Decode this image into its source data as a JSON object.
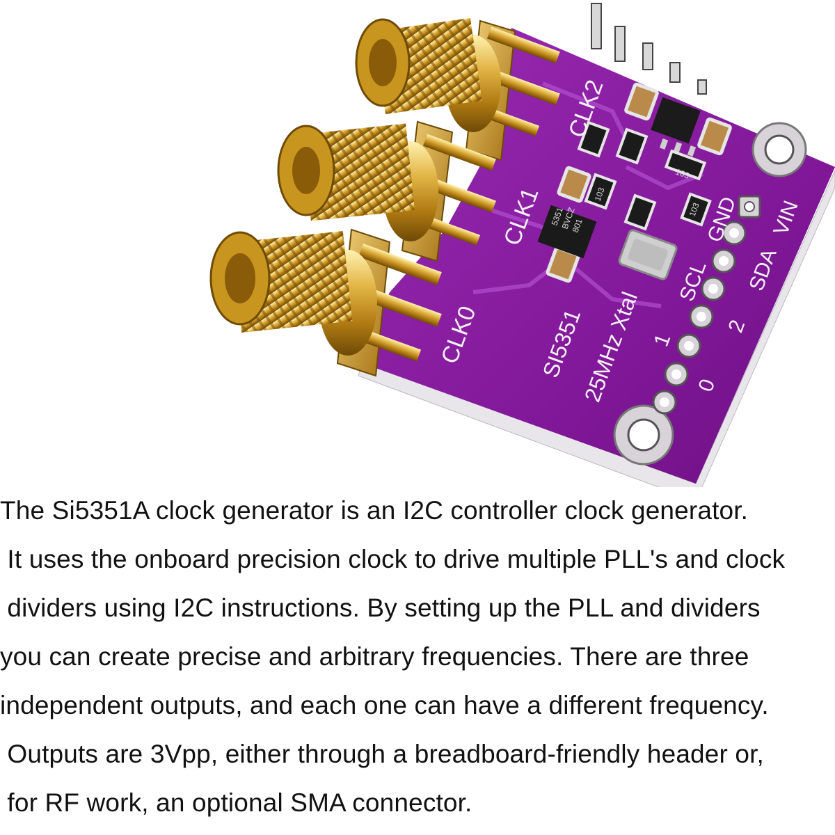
{
  "board": {
    "connector_labels": [
      "CLK2",
      "CLK1",
      "CLK0"
    ],
    "pin_labels": [
      "VIN",
      "GND",
      "SDA",
      "SCL",
      "2",
      "1",
      "0"
    ],
    "silkscreen": [
      "SI5351",
      "25MHz Xtal"
    ],
    "chip_markings": [
      "5351",
      "BVCZ",
      "801"
    ],
    "resistor_markings": [
      "103",
      "103",
      "103"
    ],
    "colors": {
      "pcb": "#8a1fa0",
      "gold": "#d9a531",
      "pad": "#c8c6c2"
    }
  },
  "description": {
    "lines": [
      "The Si5351A clock generator is an I2C controller clock generator.",
      " It uses the onboard precision clock to drive multiple PLL's and clock",
      " dividers using I2C instructions. By setting up the PLL and dividers",
      "you can create precise and arbitrary frequencies. There are three",
      "independent outputs, and each one can have a different frequency.",
      " Outputs are 3Vpp, either through a breadboard-friendly header or,",
      " for RF work, an optional SMA connector."
    ]
  }
}
